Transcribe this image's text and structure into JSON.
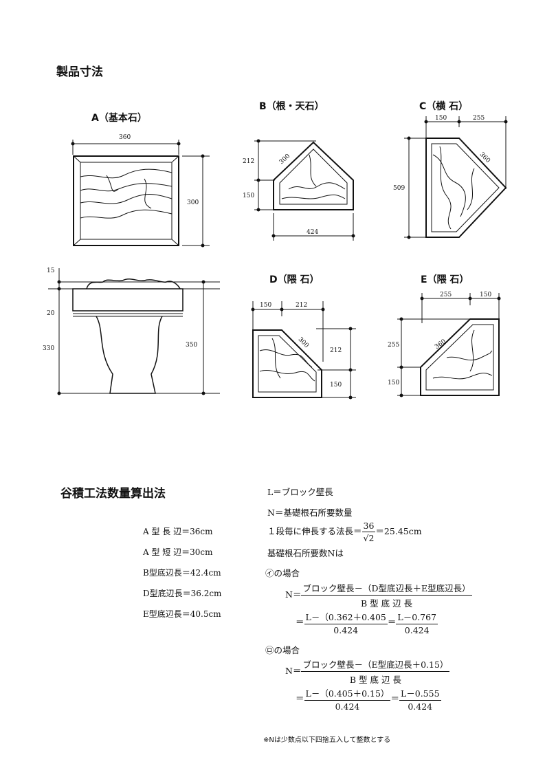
{
  "section1": {
    "title": "製品寸法"
  },
  "products": {
    "A": {
      "label": "A（基本石）",
      "width": "360",
      "height": "300",
      "side_15": "15",
      "side_20": "20",
      "side_330": "330",
      "side_350": "350"
    },
    "B": {
      "label": "B（根・天石）",
      "d212": "212",
      "d150": "150",
      "d300": "300",
      "d424": "424"
    },
    "C": {
      "label": "C（横 石）",
      "d150": "150",
      "d255": "255",
      "d509": "509",
      "d360": "360"
    },
    "D": {
      "label": "D（隈 石）",
      "d150": "150",
      "d212a": "212",
      "d300": "300",
      "d212b": "212",
      "d150b": "150"
    },
    "E": {
      "label": "E（隈 石）",
      "d255": "255",
      "d150": "150",
      "d255v": "255",
      "d360": "360",
      "d150v": "150"
    }
  },
  "section2": {
    "title": "谷積工法数量算出法"
  },
  "specs": [
    "A 型 長 辺＝36cm",
    "A 型 短 辺＝30cm",
    "B型底辺長＝42.4cm",
    "D型底辺長＝36.2cm",
    "E型底辺長＝40.5cm"
  ],
  "calc": {
    "line1": "L＝ブロック壁長",
    "line2": "N＝基礎根石所要数量",
    "line3_prefix": "１段毎に伸長する法長＝",
    "line3_num": "36",
    "line3_den": "√2",
    "line3_suffix": "＝25.45cm",
    "line4": "基礎根石所要数Nは",
    "case1_label": "㋑の場合",
    "case1_N": "N＝",
    "case1_num": "ブロック壁長－（D型底辺長＋E型底辺長）",
    "case1_den": "B 型 底 辺 長",
    "case1_eq": "＝",
    "case1_num2": "L－（0.362＋0.405",
    "case1_den2": "0.424",
    "case1_eq2": "＝",
    "case1_num3": "L－0.767",
    "case1_den3": "0.424",
    "case2_label": "㋺の場合",
    "case2_N": "N＝",
    "case2_num": "ブロック壁長－（E型底辺長＋0.15）",
    "case2_den": "B 型 底 辺 長",
    "case2_eq": "＝",
    "case2_num2": "L－（0.405＋0.15）",
    "case2_den2": "0.424",
    "case2_eq2": "＝",
    "case2_num3": "L－0.555",
    "case2_den3": "0.424"
  },
  "note": "※Nは少数点以下四捨五入して整数とする"
}
